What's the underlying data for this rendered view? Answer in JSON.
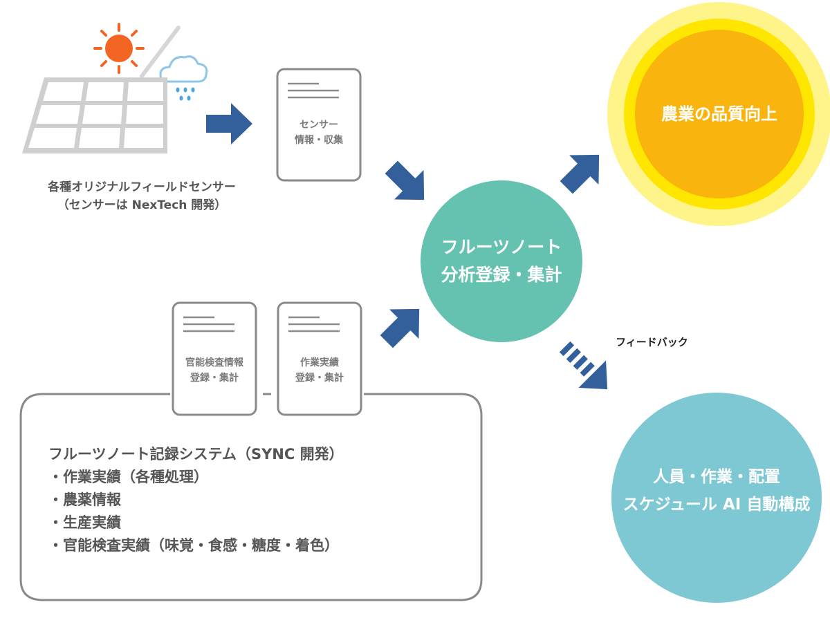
{
  "sensor_caption": {
    "line1": "各種オリジナルフィールドセンサー",
    "line2": "（センサーは NexTech 開発）"
  },
  "sensor_doc": {
    "line1": "センサー",
    "line2": "情報・収集"
  },
  "inspection_doc": {
    "line1": "官能検査情報",
    "line2": "登録・集計"
  },
  "work_doc": {
    "line1": "作業実績",
    "line2": "登録・集計"
  },
  "center_circle": {
    "line1": "フルーツノート",
    "line2": "分析登録・集計",
    "color": "#66c2b0"
  },
  "quality_sun": {
    "label": "農業の品質向上",
    "core_color": "#f9b40e",
    "ring_color": "#ffe600",
    "halo_color": "#fff48a"
  },
  "feedback_label": "フィードバック",
  "schedule_circle": {
    "line1": "人員・作業・配置",
    "line2": "スケジュール AI 自動構成",
    "color": "#7ec8d3"
  },
  "system_box": {
    "title": "フルーツノート記録システム（SYNC 開発）",
    "items": [
      "・作業実績（各種処理）",
      "・農薬情報",
      "・生産実績",
      "・官能検査実績（味覚・食感・糖度・着色）"
    ]
  },
  "arrow_color": "#33609a",
  "icons": [
    "sun-icon",
    "rain-cloud-icon",
    "solar-panel-icon",
    "document-icon"
  ]
}
